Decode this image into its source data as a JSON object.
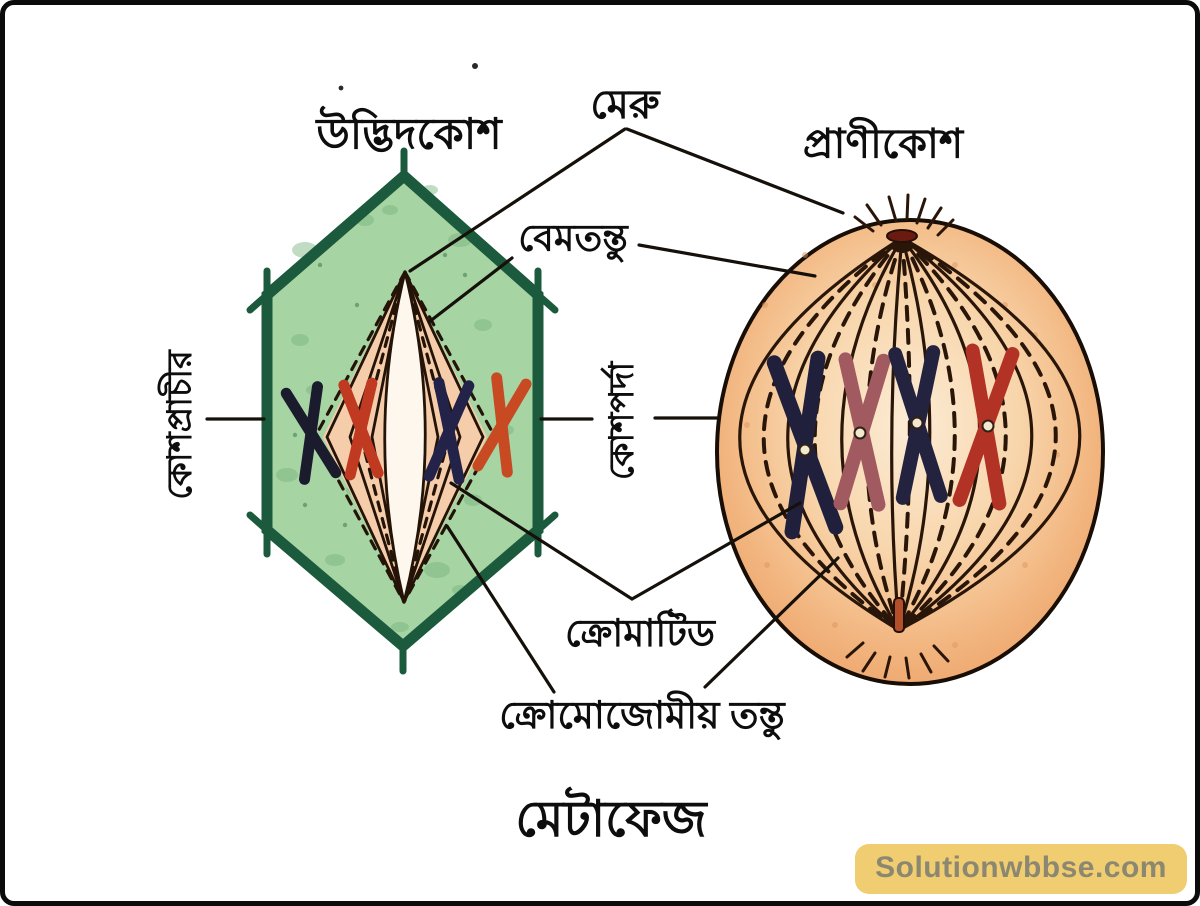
{
  "diagram": {
    "title": "মেটাফেজ",
    "title_meaning": "Metaphase",
    "labels": {
      "plant_cell": "উদ্ভিদকোশ",
      "pole": "মেরু",
      "animal_cell": "প্রাণীকোশ",
      "spindle_fibre": "বেমতন্তু",
      "cell_wall": "কোশপ্রাচীর",
      "cell_membrane": "কোশপর্দা",
      "chromatid": "ক্রোমাটিড",
      "chromosomal_fibre": "ক্রোমোজোমীয় তন্তু"
    },
    "watermark": "Solutionwbbse.com",
    "colors": {
      "plant_wall": "#1b5a3c",
      "plant_cytoplasm": "#a7d4a3",
      "spindle_region": "#f5cdaa",
      "animal_cytoplasm": "#f2b57f",
      "chromosome_dark": "#23233f",
      "chromosome_red": "#bf3a20",
      "chromosome_rose": "#a05a60",
      "centriole": "#6b1a10",
      "line": "#16100a",
      "watermark_bg": "#efcd70",
      "watermark_text": "#8b8770"
    }
  }
}
